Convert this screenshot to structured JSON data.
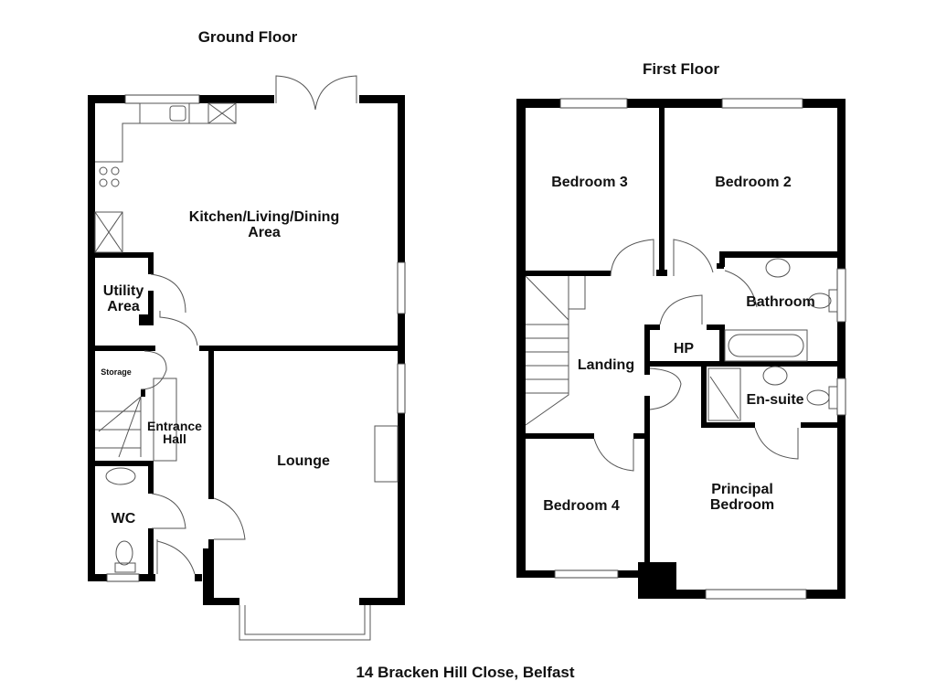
{
  "ground_floor": {
    "title": "Ground Floor",
    "rooms": {
      "kitchen_line1": "Kitchen/Living/Dining",
      "kitchen_line2": "Area",
      "utility_line1": "Utility",
      "utility_line2": "Area",
      "storage": "Storage",
      "hall_line1": "Entrance",
      "hall_line2": "Hall",
      "lounge": "Lounge",
      "wc": "WC"
    }
  },
  "first_floor": {
    "title": "First Floor",
    "rooms": {
      "bedroom3": "Bedroom 3",
      "bedroom2": "Bedroom 2",
      "bathroom": "Bathroom",
      "hp": "HP",
      "landing": "Landing",
      "ensuite": "En-suite",
      "bedroom4": "Bedroom 4",
      "principal_line1": "Principal",
      "principal_line2": "Bedroom"
    }
  },
  "address": "14 Bracken Hill Close, Belfast"
}
